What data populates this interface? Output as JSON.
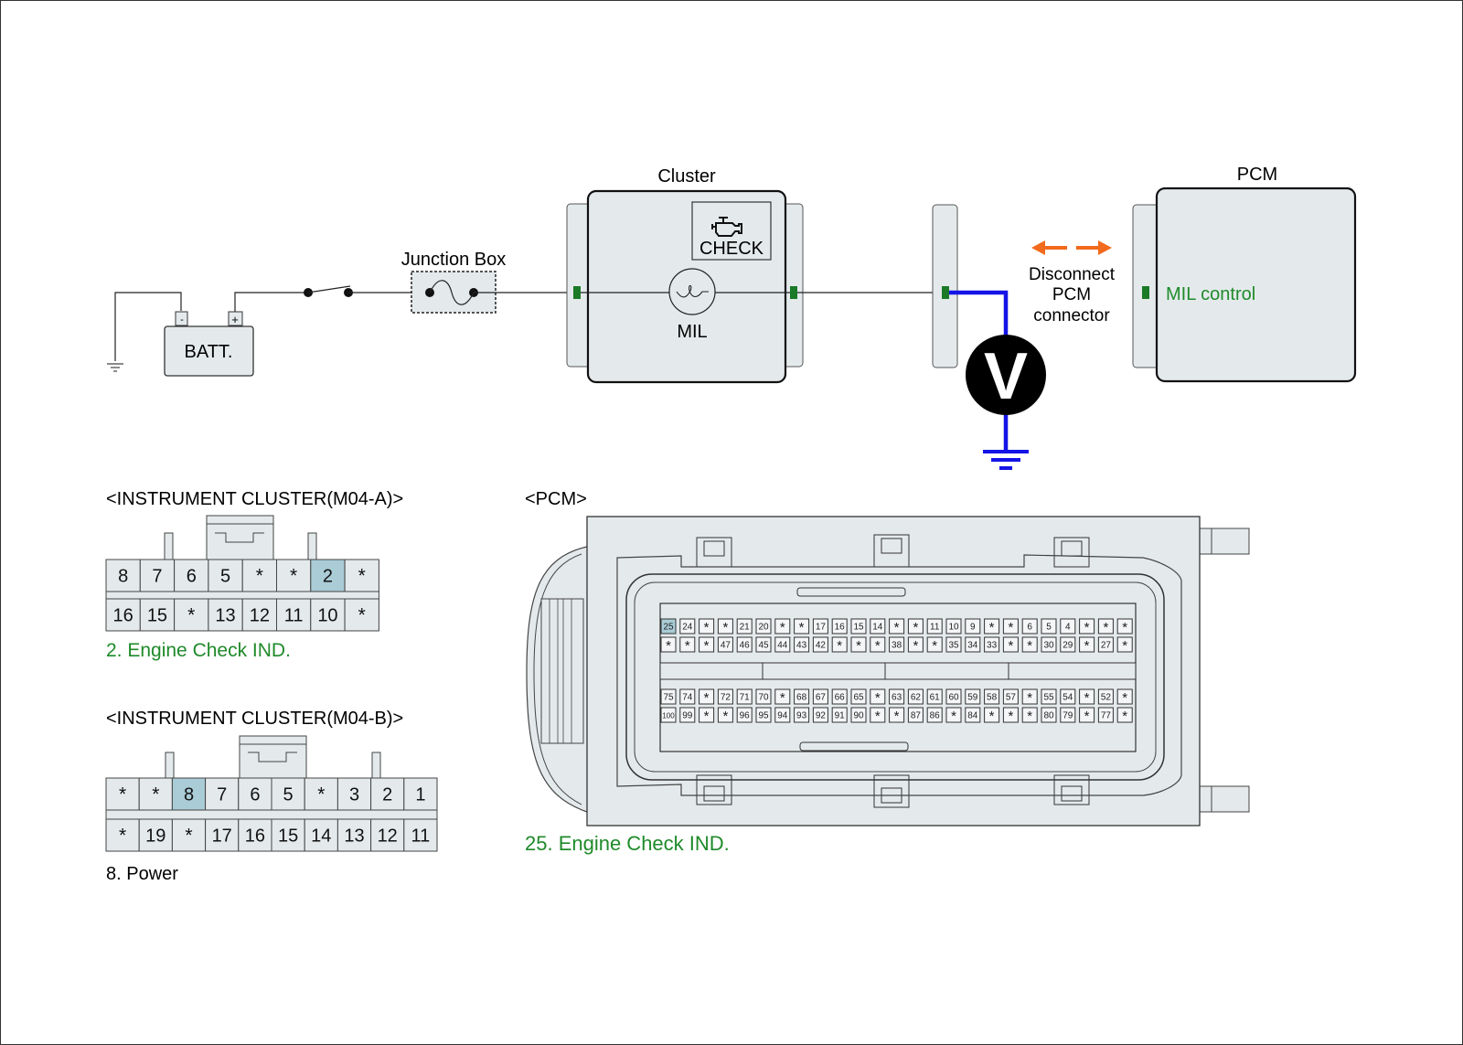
{
  "colors": {
    "fill": "#e4eaec",
    "highlight_pin": "#a9ccd6",
    "green_label": "#1f8a2a",
    "green_terminal": "#1a7a26",
    "probe_wire": "#1414e6",
    "disconnect_arrow": "#f26a1b"
  },
  "circuit": {
    "battery": {
      "label": "BATT.",
      "neg_symbol": "-",
      "pos_symbol": "+"
    },
    "junction_box": {
      "label": "Junction Box"
    },
    "cluster": {
      "title": "Cluster",
      "indicator_icon": "engine-check-icon",
      "indicator_text": "CHECK",
      "lamp_label": "MIL"
    },
    "pcm": {
      "title": "PCM",
      "terminal_label": "MIL control"
    },
    "disconnect_note": {
      "line1": "Disconnect",
      "line2": "PCM",
      "line3": "connector"
    },
    "meter": {
      "symbol": "V"
    }
  },
  "connectors": {
    "m04a": {
      "title": "<INSTRUMENT CLUSTER(M04-A)>",
      "rows": [
        [
          "8",
          "7",
          "6",
          "5",
          "*",
          "*",
          "2",
          "*"
        ],
        [
          "16",
          "15",
          "*",
          "13",
          "12",
          "11",
          "10",
          "*"
        ]
      ],
      "highlight": [
        "2"
      ],
      "caption": "2. Engine Check IND."
    },
    "m04b": {
      "title": "<INSTRUMENT CLUSTER(M04-B)>",
      "rows": [
        [
          "*",
          "*",
          "8",
          "7",
          "6",
          "5",
          "*",
          "3",
          "2",
          "1"
        ],
        [
          "*",
          "19",
          "*",
          "17",
          "16",
          "15",
          "14",
          "13",
          "12",
          "11"
        ]
      ],
      "highlight": [
        "8"
      ],
      "caption": "8. Power"
    },
    "pcm": {
      "title": "<PCM>",
      "rows": [
        [
          "25",
          "24",
          "*",
          "*",
          "21",
          "20",
          "*",
          "*",
          "17",
          "16",
          "15",
          "14",
          "*",
          "*",
          "11",
          "10",
          "9",
          "*",
          "*",
          "6",
          "5",
          "4",
          "*",
          "*",
          "*"
        ],
        [
          "*",
          "*",
          "*",
          "47",
          "46",
          "45",
          "44",
          "43",
          "42",
          "*",
          "*",
          "*",
          "38",
          "*",
          "*",
          "35",
          "34",
          "33",
          "*",
          "*",
          "30",
          "29",
          "*",
          "27",
          "*"
        ],
        [
          "75",
          "74",
          "*",
          "72",
          "71",
          "70",
          "*",
          "68",
          "67",
          "66",
          "65",
          "*",
          "63",
          "62",
          "61",
          "60",
          "59",
          "58",
          "57",
          "*",
          "55",
          "54",
          "*",
          "52",
          "*"
        ],
        [
          "100",
          "99",
          "*",
          "*",
          "96",
          "95",
          "94",
          "93",
          "92",
          "91",
          "90",
          "*",
          "*",
          "87",
          "86",
          "*",
          "84",
          "*",
          "*",
          "*",
          "80",
          "79",
          "*",
          "77",
          "*"
        ]
      ],
      "highlight": [
        "25"
      ],
      "caption": "25. Engine Check IND."
    }
  }
}
